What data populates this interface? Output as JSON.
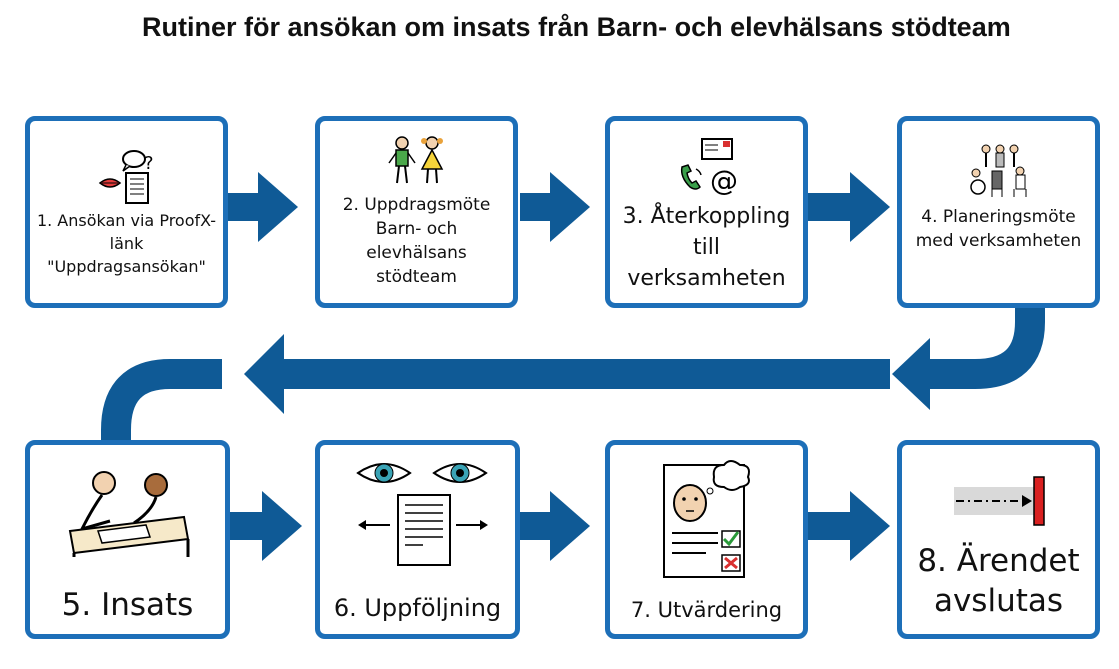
{
  "title": "Rutiner för ansökan om insats från Barn- och elevhälsans stödteam",
  "colors": {
    "border": "#1d6fb8",
    "arrow": "#0f5a96"
  },
  "steps": [
    {
      "label": "1. Ansökan via ProofX-länk \"Uppdragsansökan\"",
      "icon": "application-form-icon"
    },
    {
      "label": "2. Uppdragsmöte Barn- och elevhälsans stödteam",
      "icon": "children-icon"
    },
    {
      "label": "3. Återkoppling till verksamheten",
      "icon": "contact-icon"
    },
    {
      "label": "4. Planeringsmöte med verksamheten",
      "icon": "meeting-icon"
    },
    {
      "label": "5. Insats",
      "icon": "working-together-icon"
    },
    {
      "label": "6. Uppföljning",
      "icon": "eyes-document-icon"
    },
    {
      "label": "7. Utvärdering",
      "icon": "evaluation-icon"
    },
    {
      "label": "8. Ärendet avslutas",
      "icon": "end-line-icon"
    }
  ]
}
